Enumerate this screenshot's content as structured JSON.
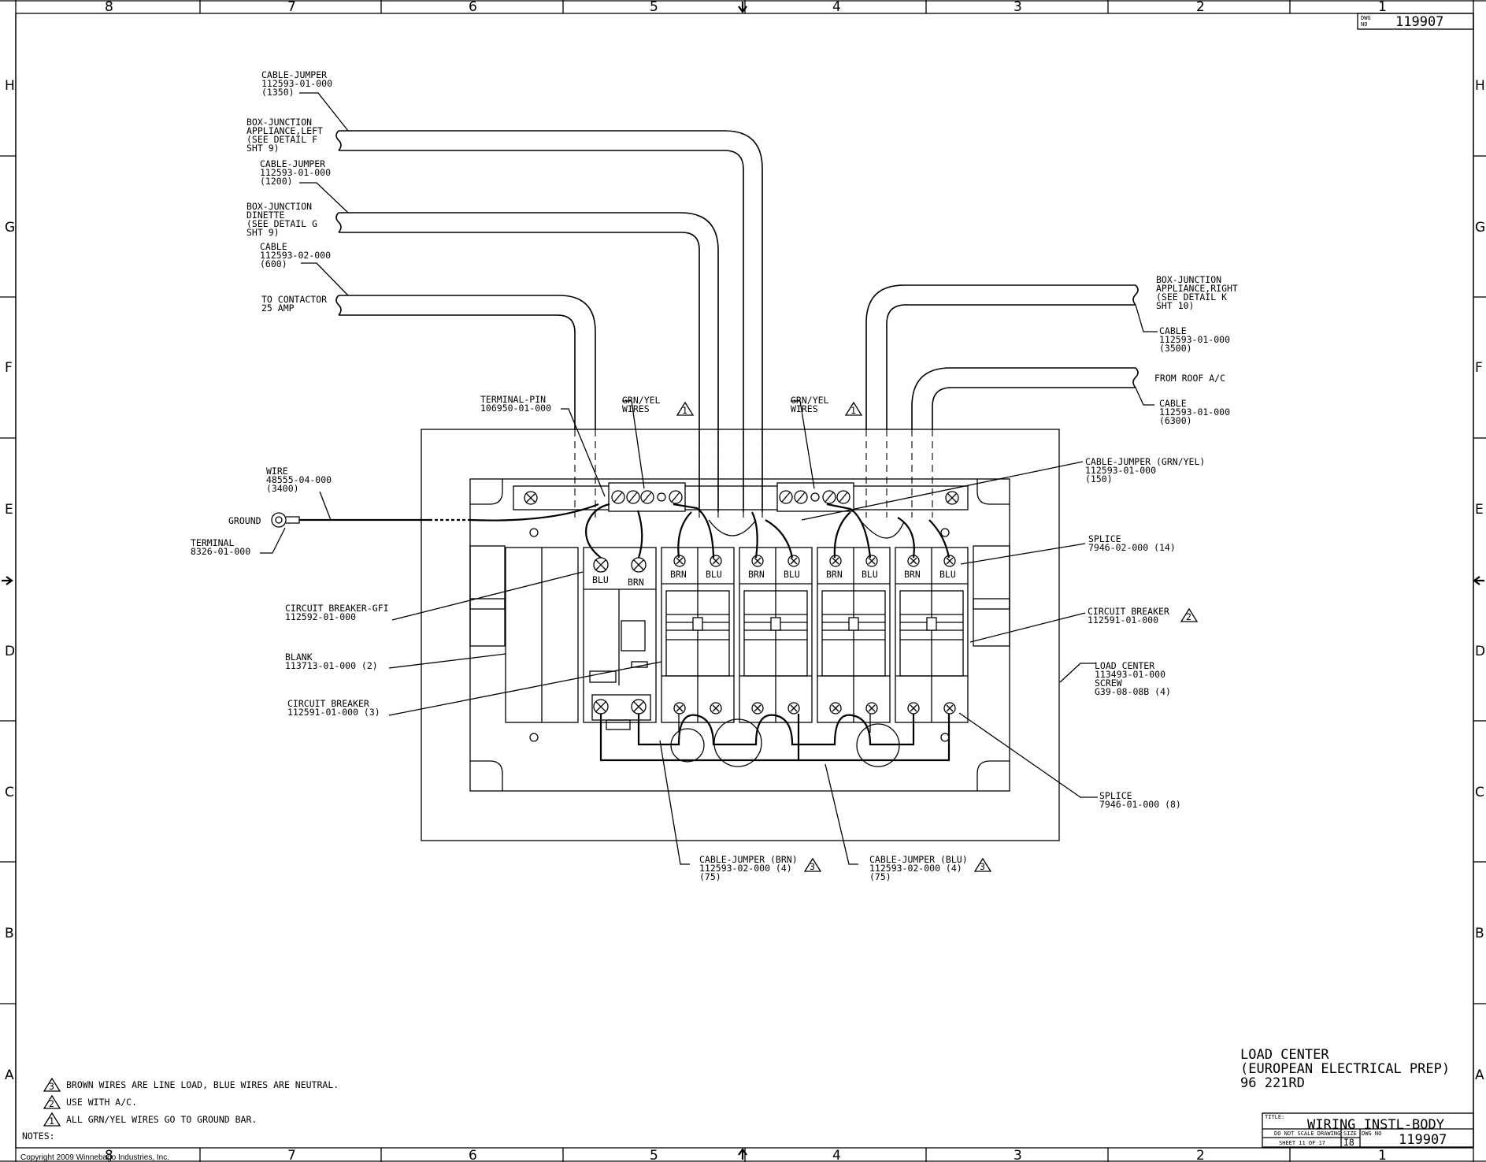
{
  "border": {
    "cols_top": [
      "8",
      "7",
      "6",
      "5",
      "4",
      "3",
      "2",
      "1"
    ],
    "cols_bottom": [
      "8",
      "7",
      "6",
      "5",
      "4",
      "3",
      "2",
      "1"
    ],
    "rows": [
      "H",
      "G",
      "F",
      "E",
      "D",
      "C",
      "B",
      "A"
    ]
  },
  "dwg_no_top": {
    "label": "DWG NO",
    "value": "119907"
  },
  "callouts": {
    "cj1350": [
      "CABLE-JUMPER",
      "112593-01-000",
      "(1350)"
    ],
    "bj_left": [
      "BOX-JUNCTION",
      "APPLIANCE,LEFT",
      "(SEE DETAIL F",
      "SHT 9)"
    ],
    "cj1200": [
      "CABLE-JUMPER",
      "112593-01-000",
      "(1200)"
    ],
    "bj_dinette": [
      "BOX-JUNCTION",
      "DINETTE",
      "(SEE DETAIL G",
      "SHT 9)"
    ],
    "cable600": [
      "CABLE",
      "112593-02-000",
      "(600)"
    ],
    "contactor": [
      "TO CONTACTOR",
      "25 AMP"
    ],
    "bj_right": [
      "BOX-JUNCTION",
      "APPLIANCE,RIGHT",
      "(SEE DETAIL K",
      "SHT 10)"
    ],
    "cable3500": [
      "CABLE",
      "112593-01-000",
      "(3500)"
    ],
    "roof": [
      "FROM ROOF A/C"
    ],
    "cable6300": [
      "CABLE",
      "112593-01-000",
      "(6300)"
    ],
    "terminal_pin": [
      "TERMINAL-PIN",
      "106950-01-000"
    ],
    "grn_yel_1": [
      "GRN/YEL",
      "WIRES"
    ],
    "grn_yel_2": [
      "GRN/YEL",
      "WIRES"
    ],
    "cj_grnyel": [
      "CABLE-JUMPER (GRN/YEL)",
      "112593-01-000",
      "(150)"
    ],
    "wire": [
      "WIRE",
      "48555-04-000",
      "(3400)"
    ],
    "ground": [
      "GROUND"
    ],
    "terminal": [
      "TERMINAL",
      "8326-01-000"
    ],
    "splice14": [
      "SPLICE",
      "7946-02-000 (14)"
    ],
    "cb_gfi": [
      "CIRCUIT BREAKER-GFI",
      "112592-01-000"
    ],
    "cb_right": [
      "CIRCUIT BREAKER",
      "112591-01-000"
    ],
    "blank": [
      "BLANK",
      "113713-01-000 (2)"
    ],
    "load_center": [
      "LOAD CENTER",
      "113493-01-000",
      "SCREW",
      "G39-08-08B (4)"
    ],
    "cb3": [
      "CIRCUIT BREAKER",
      "112591-01-000 (3)"
    ],
    "splice8": [
      "SPLICE",
      "7946-01-000 (8)"
    ],
    "cj_brn": [
      "CABLE-JUMPER (BRN)",
      "112593-02-000 (4)",
      "(75)"
    ],
    "cj_blu": [
      "CABLE-JUMPER (BLU)",
      "112593-02-000 (4)",
      "(75)"
    ]
  },
  "wire_labels": [
    "BLU",
    "BRN",
    "BRN",
    "BLU",
    "BRN",
    "BLU",
    "BRN",
    "BLU",
    "BRN",
    "BLU"
  ],
  "flags": {
    "f1": "1",
    "f2": "2",
    "f3": "3"
  },
  "notes": {
    "heading": "NOTES:",
    "n3": "BROWN WIRES ARE LINE LOAD, BLUE WIRES ARE NEUTRAL.",
    "n2": "USE WITH A/C.",
    "n1": "ALL GRN/YEL WIRES GO TO GROUND BAR."
  },
  "title_block": {
    "desc": [
      "LOAD CENTER",
      "(EUROPEAN ELECTRICAL PREP)",
      "96 221RD"
    ],
    "title_label": "TITLE:",
    "title": "WIRING INSTL-BODY",
    "dnsd": "DO NOT SCALE DRAWING",
    "size_label": "SIZE",
    "size": "I8",
    "sheet": "SHEET 11 OF 17",
    "dwg_label": "DWG NO",
    "dwg_no": "119907"
  },
  "copyright": "Copyright 2009 Winnebago Industries, Inc."
}
